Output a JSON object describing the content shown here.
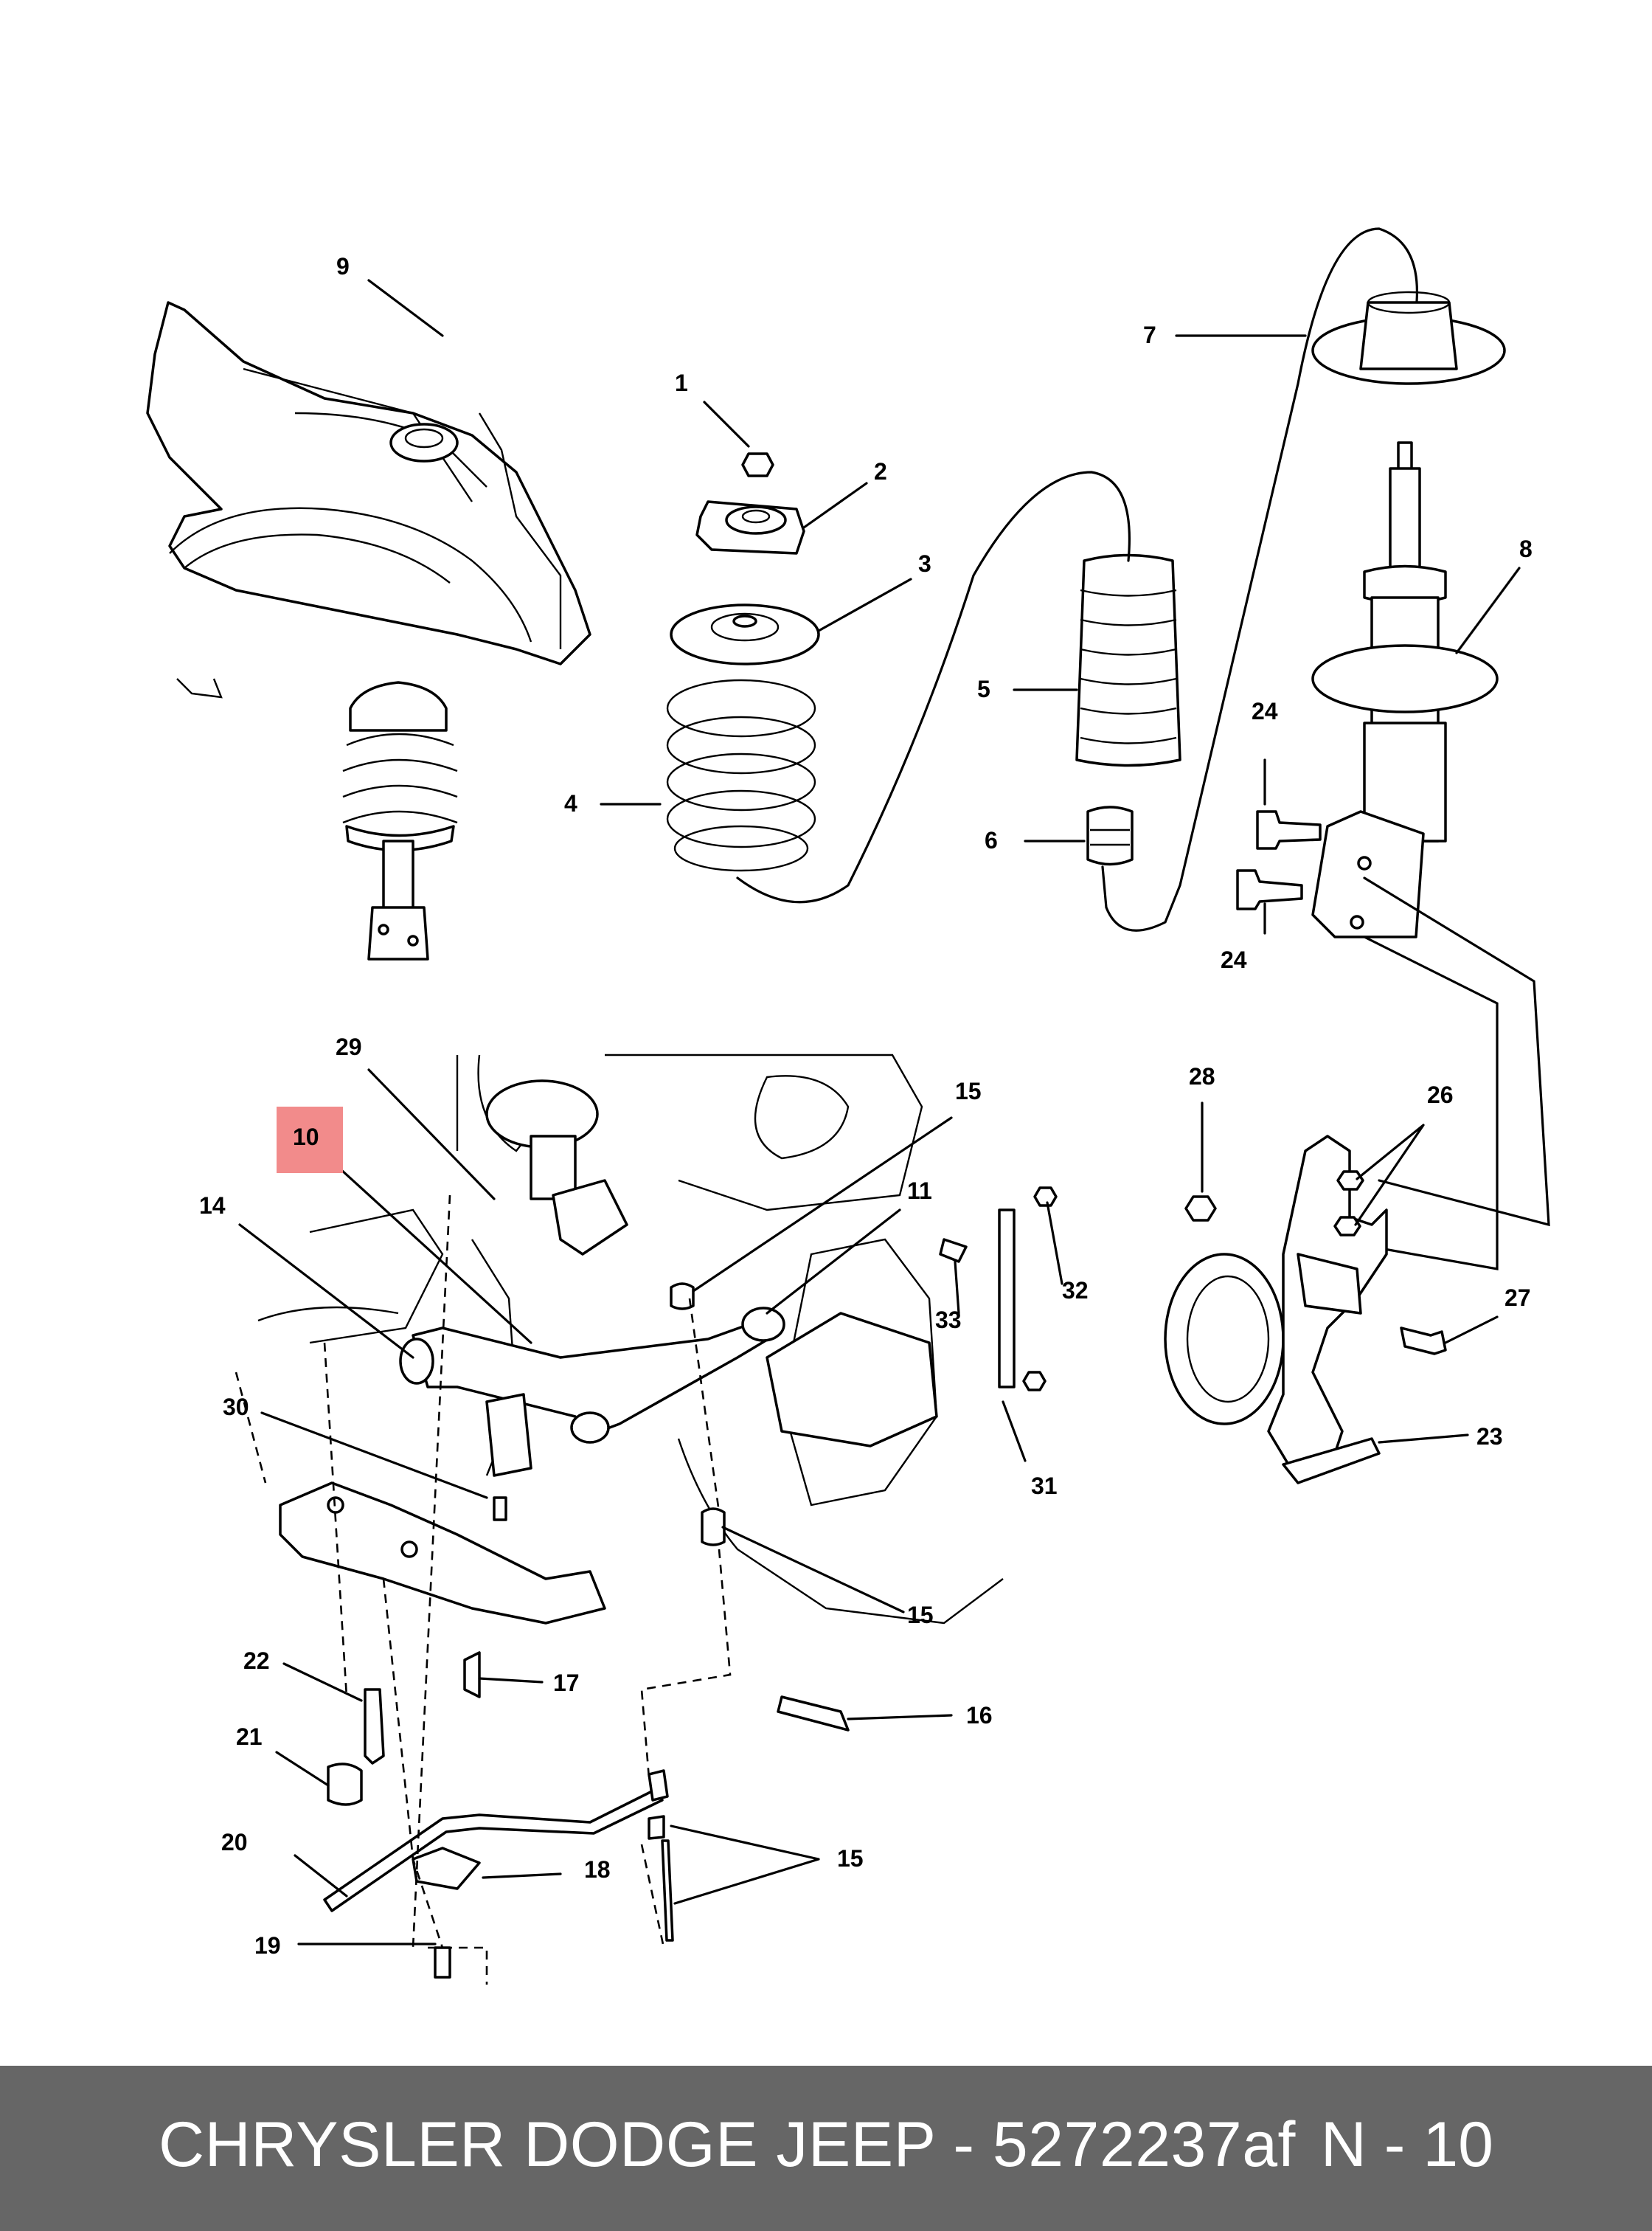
{
  "diagram": {
    "callouts": [
      {
        "id": "c1",
        "text": "1"
      },
      {
        "id": "c2",
        "text": "2"
      },
      {
        "id": "c3",
        "text": "3"
      },
      {
        "id": "c4",
        "text": "4"
      },
      {
        "id": "c5",
        "text": "5"
      },
      {
        "id": "c6",
        "text": "6"
      },
      {
        "id": "c7",
        "text": "7"
      },
      {
        "id": "c8",
        "text": "8"
      },
      {
        "id": "c9",
        "text": "9"
      },
      {
        "id": "c10",
        "text": "10"
      },
      {
        "id": "c11",
        "text": "11"
      },
      {
        "id": "c14",
        "text": "14"
      },
      {
        "id": "c15a",
        "text": "15"
      },
      {
        "id": "c15b",
        "text": "15"
      },
      {
        "id": "c15c",
        "text": "15"
      },
      {
        "id": "c16",
        "text": "16"
      },
      {
        "id": "c17",
        "text": "17"
      },
      {
        "id": "c18",
        "text": "18"
      },
      {
        "id": "c19",
        "text": "19"
      },
      {
        "id": "c20",
        "text": "20"
      },
      {
        "id": "c21",
        "text": "21"
      },
      {
        "id": "c22",
        "text": "22"
      },
      {
        "id": "c23",
        "text": "23"
      },
      {
        "id": "c24a",
        "text": "24"
      },
      {
        "id": "c24b",
        "text": "24"
      },
      {
        "id": "c26",
        "text": "26"
      },
      {
        "id": "c27",
        "text": "27"
      },
      {
        "id": "c28",
        "text": "28"
      },
      {
        "id": "c29",
        "text": "29"
      },
      {
        "id": "c30",
        "text": "30"
      },
      {
        "id": "c31",
        "text": "31"
      },
      {
        "id": "c32",
        "text": "32"
      },
      {
        "id": "c33",
        "text": "33"
      }
    ],
    "highlight_color": "#f28b8b",
    "highlighted_callout": "10"
  },
  "footer": {
    "caption": "CHRYSLER DODGE JEEP - 5272237af",
    "page": "N - 10"
  }
}
